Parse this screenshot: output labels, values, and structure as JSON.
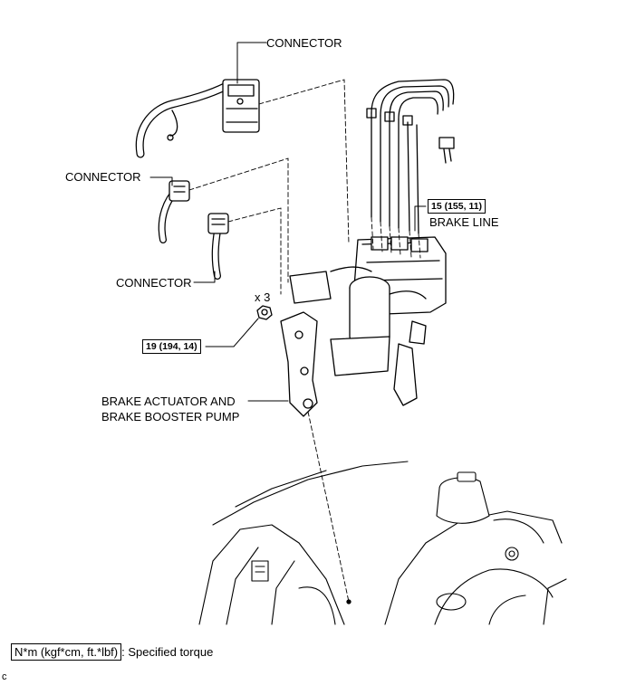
{
  "labels": {
    "connector_top": "CONNECTOR",
    "connector_left": "CONNECTOR",
    "connector_middle": "CONNECTOR",
    "quantity": "x 3",
    "brake_line": "BRAKE LINE",
    "actuator_line1": "BRAKE ACTUATOR AND",
    "actuator_line2": "BRAKE BOOSTER PUMP"
  },
  "torques": {
    "brake_line": "15 (155, 11)",
    "bolt": "19 (194, 14)"
  },
  "legend": {
    "unit": "N*m (kgf*cm, ft.*lbf)",
    "text": ": Specified torque"
  },
  "corner_code": "c"
}
